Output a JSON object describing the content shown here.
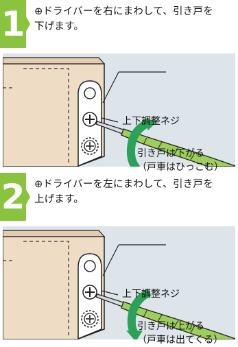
{
  "colors": {
    "badge_green": "#8ac43f",
    "panel_bg": "#dde4ea",
    "door_fill": "#efdcc4",
    "arrow_green": "#2aa257",
    "screwdriver_green": "#9ecf5a"
  },
  "steps": [
    {
      "number": "1",
      "instruction_line1": "⊕ドライバーを右にまわして、引き戸を",
      "instruction_line2": "下げます。",
      "adjuster_label": "上下調整ネジ",
      "movement_line1": "引き戸は下がる",
      "movement_line2": "（戸車はひっこむ）",
      "rotation": "clockwise"
    },
    {
      "number": "2",
      "instruction_line1": "⊕ドライバーを左にまわして、引き戸を",
      "instruction_line2": "上げます。",
      "adjuster_label": "上下調整ネジ",
      "movement_line1": "引き戸は上がる",
      "movement_line2": "（戸車は出てくる）",
      "rotation": "counterclockwise"
    }
  ]
}
